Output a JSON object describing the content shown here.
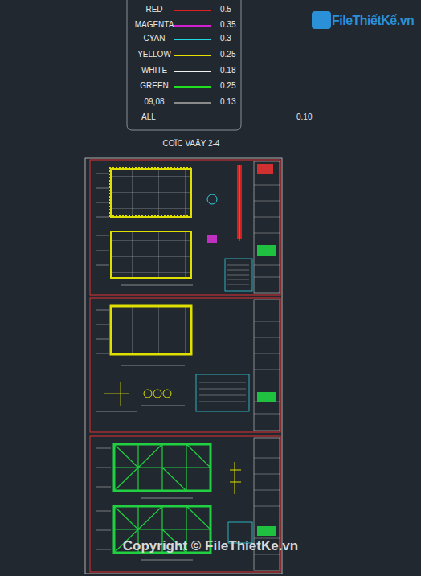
{
  "diagram": {
    "title": "COÏC VAÄY 2-4",
    "labels": [
      "0.5",
      "0.35",
      "0.3",
      "0.25",
      "0.18",
      "0.25",
      "0.13",
      "ALL",
      "0.10",
      "FileThiếtKế.vn",
      "Copyright © FileThietKe.vn"
    ],
    "legend": [
      {
        "text": "RED",
        "color": "#e02020"
      },
      {
        "text": "MAGENTA",
        "color": "#d020d0"
      },
      {
        "text": "CYAN",
        "color": "#20d8e0"
      },
      {
        "text": "YELLOW",
        "color": "#e8e000"
      },
      {
        "text": "WHITE",
        "color": "#f0f0f0"
      },
      {
        "text": "GREEN",
        "color": "#20e020"
      },
      {
        "text": "09,08",
        "color": "#8a8a8a"
      }
    ]
  }
}
